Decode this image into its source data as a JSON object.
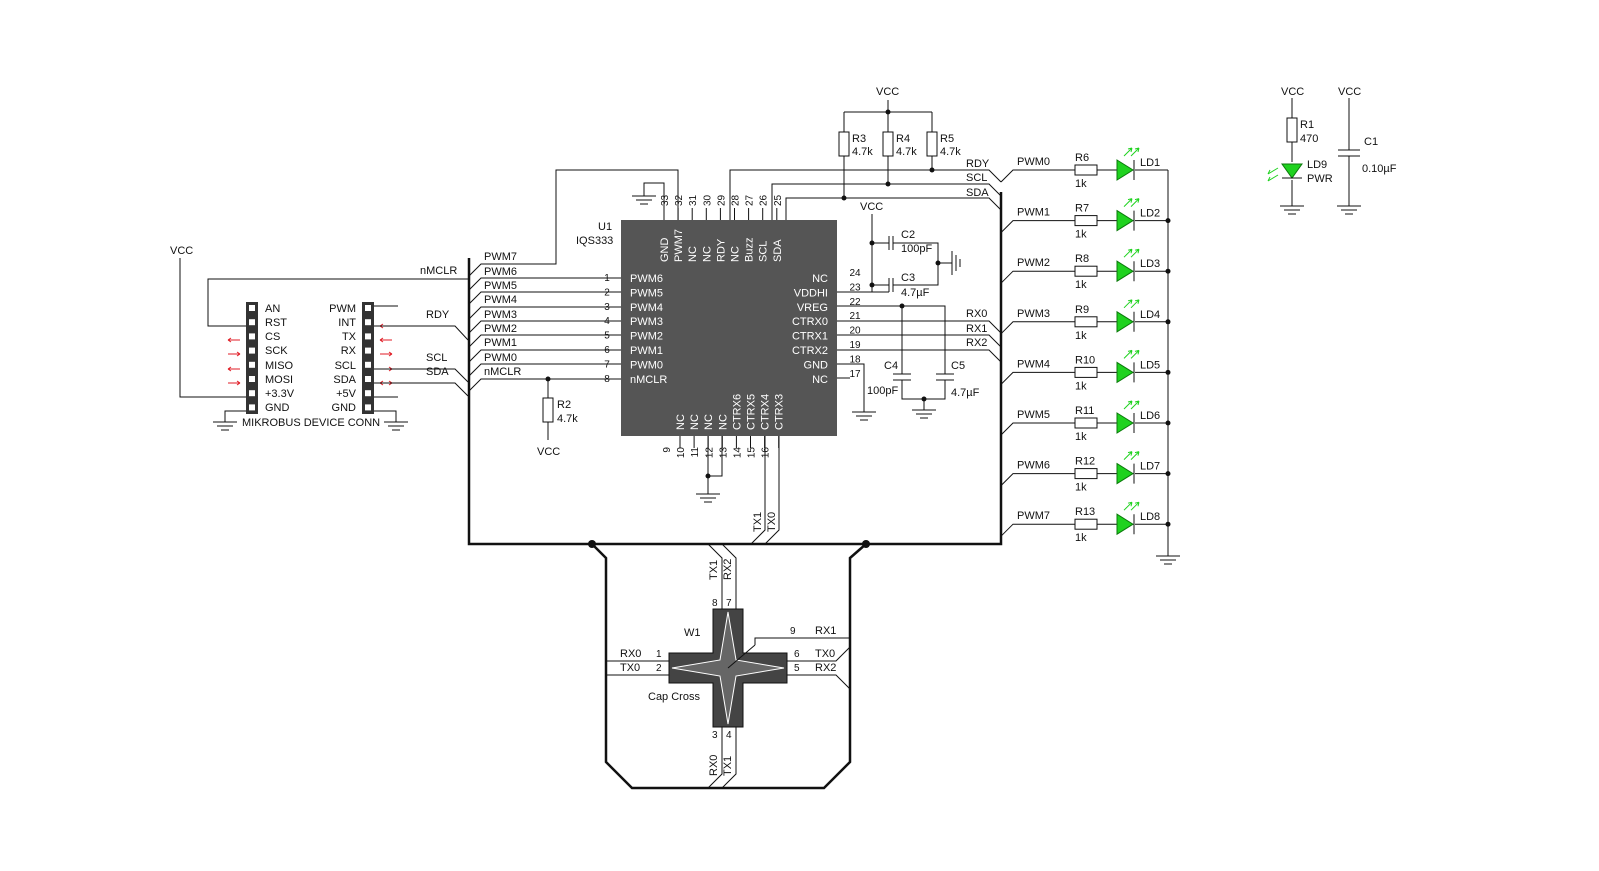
{
  "u1": {
    "designator": "U1",
    "part": "IQS333",
    "top_pins": [
      {
        "num": "33",
        "name": "GND"
      },
      {
        "num": "32",
        "name": "PWM7"
      },
      {
        "num": "31",
        "name": "NC"
      },
      {
        "num": "30",
        "name": "NC"
      },
      {
        "num": "29",
        "name": "RDY"
      },
      {
        "num": "28",
        "name": "NC"
      },
      {
        "num": "27",
        "name": "Buzz"
      },
      {
        "num": "26",
        "name": "SCL"
      },
      {
        "num": "25",
        "name": "SDA"
      }
    ],
    "left_pins": [
      {
        "num": "1",
        "name": "PWM6"
      },
      {
        "num": "2",
        "name": "PWM5"
      },
      {
        "num": "3",
        "name": "PWM4"
      },
      {
        "num": "4",
        "name": "PWM3"
      },
      {
        "num": "5",
        "name": "PWM2"
      },
      {
        "num": "6",
        "name": "PWM1"
      },
      {
        "num": "7",
        "name": "PWM0"
      },
      {
        "num": "8",
        "name": "nMCLR"
      }
    ],
    "right_pins": [
      {
        "num": "24",
        "name": "NC"
      },
      {
        "num": "23",
        "name": "VDDHI"
      },
      {
        "num": "22",
        "name": "VREG"
      },
      {
        "num": "21",
        "name": "CTRX0"
      },
      {
        "num": "20",
        "name": "CTRX1"
      },
      {
        "num": "19",
        "name": "CTRX2"
      },
      {
        "num": "18",
        "name": "GND"
      },
      {
        "num": "17",
        "name": "NC"
      }
    ],
    "bottom_pins": [
      {
        "num": "9",
        "name": "NC"
      },
      {
        "num": "10",
        "name": "NC"
      },
      {
        "num": "11",
        "name": "NC"
      },
      {
        "num": "12",
        "name": "NC"
      },
      {
        "num": "13",
        "name": "CTRX6"
      },
      {
        "num": "14",
        "name": "CTRX5"
      },
      {
        "num": "15",
        "name": "CTRX4"
      },
      {
        "num": "16",
        "name": "CTRX3"
      }
    ]
  },
  "mikrobus": {
    "title": "MIKROBUS DEVICE CONN",
    "left": [
      "AN",
      "RST",
      "CS",
      "SCK",
      "MISO",
      "MOSI",
      "+3.3V",
      "GND"
    ],
    "right": [
      "PWM",
      "INT",
      "TX",
      "RX",
      "SCL",
      "SDA",
      "+5V",
      "GND"
    ]
  },
  "nets": {
    "vcc": "VCC",
    "nmclr": "nMCLR",
    "rdy": "RDY",
    "scl": "SCL",
    "sda": "SDA",
    "pwm_left": [
      "PWM7",
      "PWM6",
      "PWM5",
      "PWM4",
      "PWM3",
      "PWM2",
      "PWM1",
      "PWM0",
      "nMCLR"
    ],
    "rx": [
      "RX0",
      "RX1",
      "RX2"
    ],
    "tx": [
      "TX0",
      "TX1"
    ]
  },
  "passives": {
    "r2": {
      "ref": "R2",
      "val": "4.7k"
    },
    "r3": {
      "ref": "R3",
      "val": "4.7k"
    },
    "r4": {
      "ref": "R4",
      "val": "4.7k"
    },
    "r5": {
      "ref": "R5",
      "val": "4.7k"
    },
    "c2": {
      "ref": "C2",
      "val": "100pF"
    },
    "c3": {
      "ref": "C3",
      "val": "4.7µF"
    },
    "c4": {
      "ref": "C4",
      "val": "100pF"
    },
    "c5": {
      "ref": "C5",
      "val": "4.7µF"
    },
    "r1": {
      "ref": "R1",
      "val": "470"
    },
    "ld9": {
      "ref": "LD9",
      "val": "PWR"
    },
    "c1": {
      "ref": "C1",
      "val": "0.10µF"
    }
  },
  "leds": [
    {
      "net": "PWM0",
      "res": "R6",
      "val": "1k",
      "led": "LD1"
    },
    {
      "net": "PWM1",
      "res": "R7",
      "val": "1k",
      "led": "LD2"
    },
    {
      "net": "PWM2",
      "res": "R8",
      "val": "1k",
      "led": "LD3"
    },
    {
      "net": "PWM3",
      "res": "R9",
      "val": "1k",
      "led": "LD4"
    },
    {
      "net": "PWM4",
      "res": "R10",
      "val": "1k",
      "led": "LD5"
    },
    {
      "net": "PWM5",
      "res": "R11",
      "val": "1k",
      "led": "LD6"
    },
    {
      "net": "PWM6",
      "res": "R12",
      "val": "1k",
      "led": "LD7"
    },
    {
      "net": "PWM7",
      "res": "R13",
      "val": "1k",
      "led": "LD8"
    }
  ],
  "w1": {
    "ref": "W1",
    "name": "Cap Cross",
    "pins": [
      "1",
      "2",
      "3",
      "4",
      "5",
      "6",
      "7",
      "8",
      "9"
    ]
  },
  "colors": {
    "ic": "#555555",
    "led": "#1fd21f",
    "arrow": "#e01b24",
    "wire": "#111111"
  }
}
